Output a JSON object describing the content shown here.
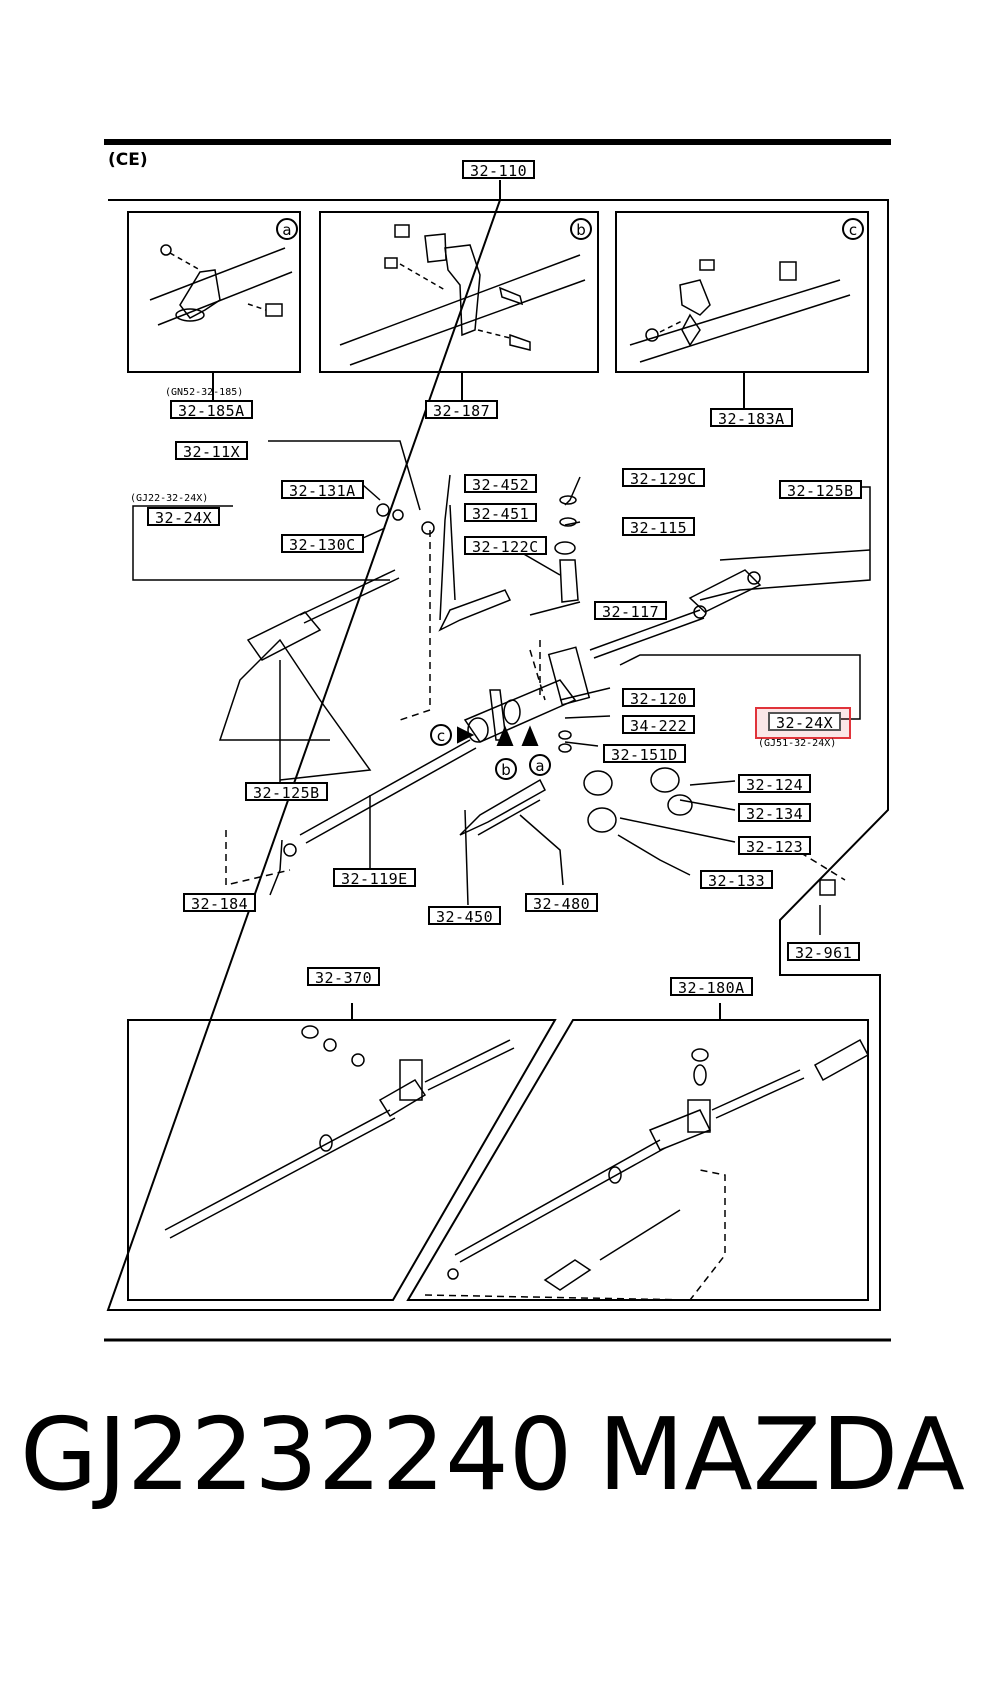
{
  "header": {
    "variant": "(CE)"
  },
  "callouts": {
    "a": "a",
    "b": "b",
    "c": "c"
  },
  "labels": {
    "main": "32-110",
    "l_185A": "32-185A",
    "l_185A_note": "(GN52-32-185)",
    "l_187": "32-187",
    "l_183A": "32-183A",
    "l_11X": "32-11X",
    "l_131A": "32-131A",
    "l_130C": "32-130C",
    "l_24X_left": "32-24X",
    "l_24X_left_note": "(GJ22-32-24X)",
    "l_452": "32-452",
    "l_451": "32-451",
    "l_122C": "32-122C",
    "l_129C": "32-129C",
    "l_115": "32-115",
    "l_117": "32-117",
    "l_125B_right": "32-125B",
    "l_120": "32-120",
    "l_34_222": "34-222",
    "l_151D": "32-151D",
    "l_24X_right": "32-24X",
    "l_24X_right_note": "(GJ51-32-24X)",
    "l_125B_left": "32-125B",
    "l_124": "32-124",
    "l_134": "32-134",
    "l_123": "32-123",
    "l_133": "32-133",
    "l_184": "32-184",
    "l_119E": "32-119E",
    "l_450": "32-450",
    "l_480": "32-480",
    "l_961": "32-961",
    "l_370": "32-370",
    "l_180A": "32-180A"
  },
  "footer": {
    "part_number": "GJ2232240",
    "brand": "MAZDA"
  },
  "highlight_color": "#e0333a"
}
